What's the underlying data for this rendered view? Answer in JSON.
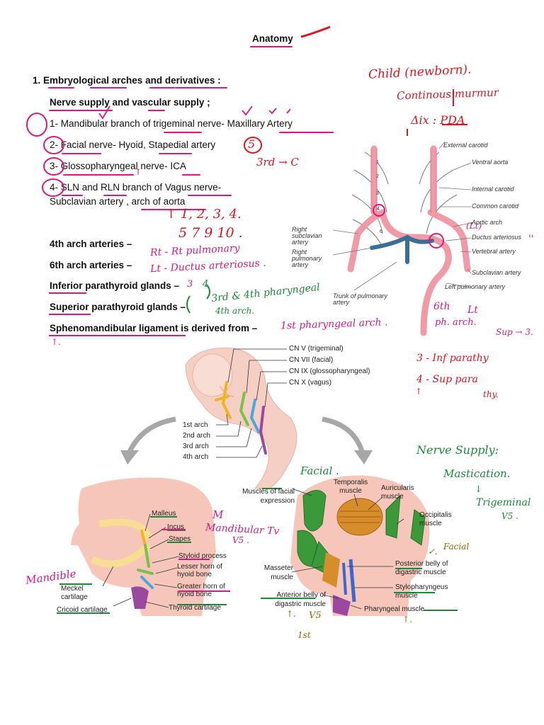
{
  "title": "Anatomy",
  "heading": "1.  Embryological arches and derivatives :",
  "nerve_supply": "Nerve supply  and vascular supply ;",
  "items": [
    "1- Mandibular branch of trigeminal nerve-  Maxillary Artery",
    "2- Facial nerve- Hyoid, Stapedial artery",
    "3- Glossopharyngeal nerve- ICA",
    "4- SLN and RLN branch of Vagus nerve-",
    "Subclavian artery , arch of aorta"
  ],
  "questions": [
    "4th arch arteries –",
    "6th arch arteries –",
    "Inferior parathyroid glands –",
    "Superior parathyroid glands –",
    "Sphenomandibular ligament is derived from –"
  ],
  "handwritten": {
    "child": "Child (newborn).",
    "murmur": "Continous murmur",
    "dx": "Δix  :  PDA",
    "five": "5",
    "third_arch": "3rd → C",
    "arrow_t": "↑",
    "numbers_top": "↑ 1, 2, 3, 4.",
    "numbers_bottom": "5  7  9   10 .",
    "rt": "Rt - Rt pulmonary",
    "lt": "Lt - Ductus arteriosus .",
    "three": "3",
    "four": "4",
    "pharyngeal": "3rd & 4th pharyngeal",
    "fourth_arch": "4th arch.",
    "first_arch": "1st pharyngeal arch .",
    "t_mark": "↑.",
    "sixth": "6th",
    "lt2": "Lt",
    "ph_arch": "ph. arch.",
    "sup3": "Sup → 3.",
    "inf_parathy": "3 - Inf parathy",
    "sup_parathy": "4 - Sup para",
    "thy": "thy.",
    "arrow_up": "↑",
    "nerve_supply": "Nerve Supply:",
    "mastication": "Mastication.",
    "arrow_down": "↓",
    "trigeminal": "Trigeminal",
    "v5": "V5 .",
    "facial": "Facial .",
    "m": "M",
    "mandib": "Mandibular Tv",
    "v5b": "V5 .",
    "mandible": "Mandible",
    "facial2": "Facial",
    "check": "✓.",
    "v5c": "V5",
    "first": "1st",
    "t1": "↑.",
    "t2": "↑.",
    "circle_lt": "(Lt)",
    "quote": "''"
  },
  "artery_diagram": {
    "labels_right": [
      "External carotid",
      "Ventral aorta",
      "Internal carotid",
      "Common carotid",
      "Aortic arch",
      "Ductus arteriosus",
      "Vertebral artery",
      "Subclavian artery",
      "Left pulmonary artery"
    ],
    "labels_left": [
      "Right subclavian artery",
      "Right pulmonary artery",
      "Trunk of pulmonary artery"
    ],
    "arch_numbers": [
      "1",
      "2",
      "3",
      "4",
      "6"
    ]
  },
  "embryo_diagram": {
    "nerves": [
      "CN V (trigeminal)",
      "CN VII (facial)",
      "CN IX (glossopharyngeal)",
      "CN X (vagus)"
    ],
    "arches": [
      "1st arch",
      "2nd arch",
      "3rd arch",
      "4th arch"
    ]
  },
  "skeletal_labels": [
    "Malleus",
    "Incus",
    "Stapes",
    "Styloid process",
    "Lesser horn of hyoid bone",
    "Greater horn of hyoid bone",
    "Thyroid cartilage",
    "Meckel cartilage",
    "Cricoid cartilage"
  ],
  "muscle_labels": [
    "Muscles of facial expression",
    "Temporalis muscle",
    "Auricularis muscle",
    "Occipitalis muscle",
    "Masseter muscle",
    "Posterior belly of digastric muscle",
    "Stylopharyngeus muscle",
    "Anterior belly of digastric muscle",
    "Pharyngeal muscle"
  ],
  "colors": {
    "pink_ink": "#e0177c",
    "red_ink": "#e4141e",
    "green_ink": "#1c8a3a",
    "olive_ink": "#8a6a00",
    "artery": "#f19aa6",
    "skin": "#f6c6bb"
  }
}
